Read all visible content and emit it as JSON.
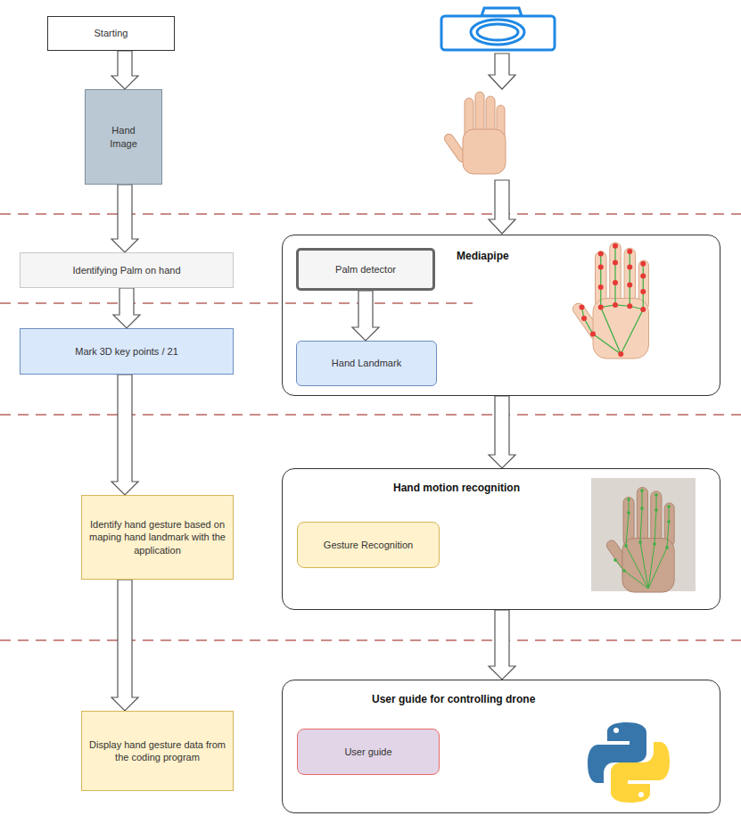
{
  "diagram": {
    "nodes": [
      {
        "text": [
          "Starting"
        ]
      },
      {
        "text": [
          "Hand Image"
        ]
      },
      {
        "text": [
          "Identifying Palm on hand"
        ]
      },
      {
        "text": [
          "Mark 3D key points / 21"
        ]
      },
      {
        "text": [
          "Identify hand gesture based on maping hand landmark with the application"
        ]
      },
      {
        "text": [
          "Display hand gesture data from the coding program"
        ]
      },
      {
        "text": [
          "Mediapipe"
        ]
      },
      {
        "text": [
          "Palm detector"
        ],
        "in": 6
      },
      {
        "text": [
          "Hand Landmark"
        ],
        "in": 6
      },
      {
        "text": [
          "Hand motion recognition"
        ]
      },
      {
        "text": [
          "Gesture Recognition"
        ],
        "in": 9
      },
      {
        "text": [
          "User guide for controlling drone"
        ]
      },
      {
        "text": [
          "User guide"
        ],
        "in": 11
      }
    ],
    "edges": [
      {
        "from": 0,
        "to": 1,
        "arrow": "to"
      },
      {
        "from": 1,
        "to": 2,
        "arrow": "to"
      },
      {
        "from": 2,
        "to": 3,
        "arrow": "to"
      },
      {
        "from": 3,
        "to": 4,
        "arrow": "to"
      },
      {
        "from": 4,
        "to": 5,
        "arrow": "to"
      },
      {
        "from": 7,
        "to": 8,
        "arrow": "to"
      },
      {
        "from": 6,
        "to": 9,
        "arrow": "to"
      },
      {
        "from": 9,
        "to": 11,
        "arrow": "to"
      }
    ]
  }
}
